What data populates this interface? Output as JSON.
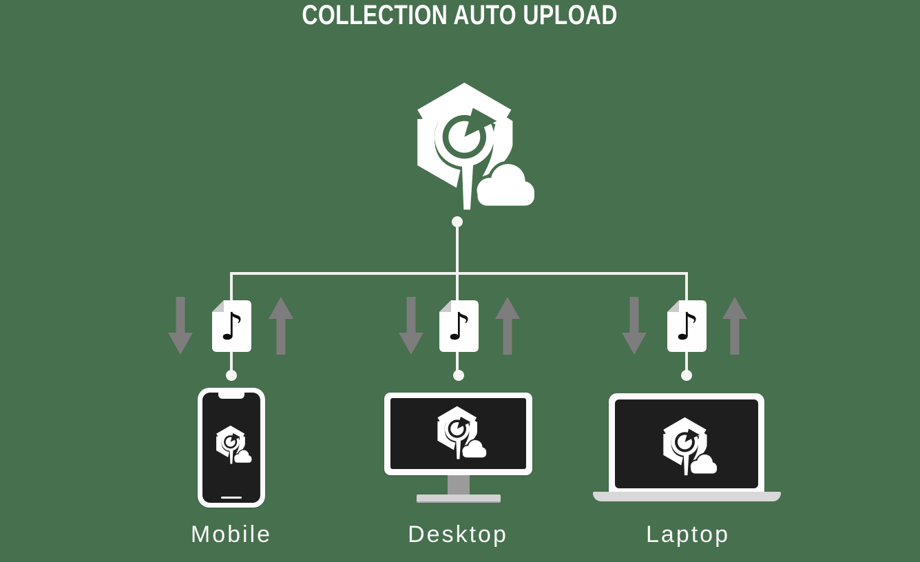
{
  "title": "COLLECTION AUTO UPLOAD",
  "colors": {
    "background": "#47704E",
    "line": "#F1F1EF",
    "arrow_gray": "#7D7D7D",
    "screen_dark": "#1E1E1E",
    "device_white": "#FCFCFC",
    "stand_gray": "#9B9B9B",
    "base_gray": "#D2D2D2",
    "note_black": "#0E0E0E",
    "fold_gray": "#C9C9C9"
  },
  "cloud_service": {
    "icon": "rekordbox-cloud-logo"
  },
  "file": {
    "icon": "music-file-icon",
    "note_glyph": "♪"
  },
  "arrows": {
    "down_icon": "download-arrow-icon",
    "up_icon": "upload-arrow-icon"
  },
  "devices": [
    {
      "label": "Mobile",
      "type": "smartphone",
      "icon": "smartphone-icon"
    },
    {
      "label": "Desktop",
      "type": "desktop-monitor",
      "icon": "monitor-icon"
    },
    {
      "label": "Laptop",
      "type": "laptop",
      "icon": "laptop-icon"
    }
  ]
}
